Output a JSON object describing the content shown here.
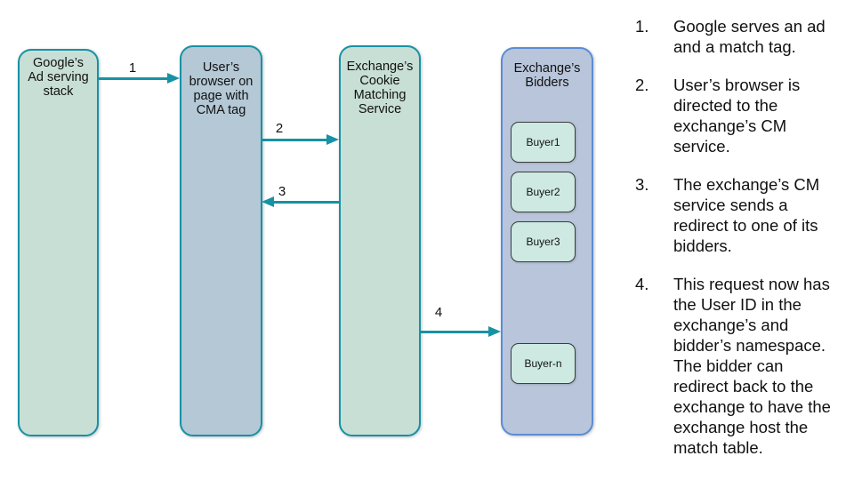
{
  "colors": {
    "teal": "#1792a4",
    "green-fill": "#c8dfd6",
    "blue-fill": "#b4c8d6",
    "bidders-fill": "#b8c5da",
    "bidders-border": "#5b8dd5",
    "buyer-fill": "#cde9e2",
    "buyer-border": "#3c3c3c",
    "text": "#111111",
    "background": "#ffffff"
  },
  "diagram": {
    "nodes": [
      {
        "lines": [
          "Google’s",
          "Ad serving",
          "stack"
        ]
      },
      {
        "lines": [
          "User’s",
          "browser on",
          "page with",
          "CMA tag"
        ]
      },
      {
        "lines": [
          "Exchange’s",
          "Cookie",
          "Matching",
          "Service"
        ]
      },
      {
        "lines": [
          "Exchange’s",
          "Bidders"
        ]
      }
    ],
    "buyers": [
      "Buyer1",
      "Buyer2",
      "Buyer3",
      "Buyer-n"
    ],
    "arrow_labels": [
      "1",
      "2",
      "3",
      "4"
    ]
  },
  "steps": [
    {
      "num": "1.",
      "text": "Google serves an ad and a match tag."
    },
    {
      "num": "2.",
      "text": "User’s browser is directed to the exchange’s CM service."
    },
    {
      "num": "3.",
      "text": "The exchange’s CM service sends a redirect to one of its bidders."
    },
    {
      "num": "4.",
      "text": "This request now has the User ID in the exchange’s and bidder’s namespace. The bidder can redirect back to the exchange to have the exchange host the match table."
    }
  ]
}
